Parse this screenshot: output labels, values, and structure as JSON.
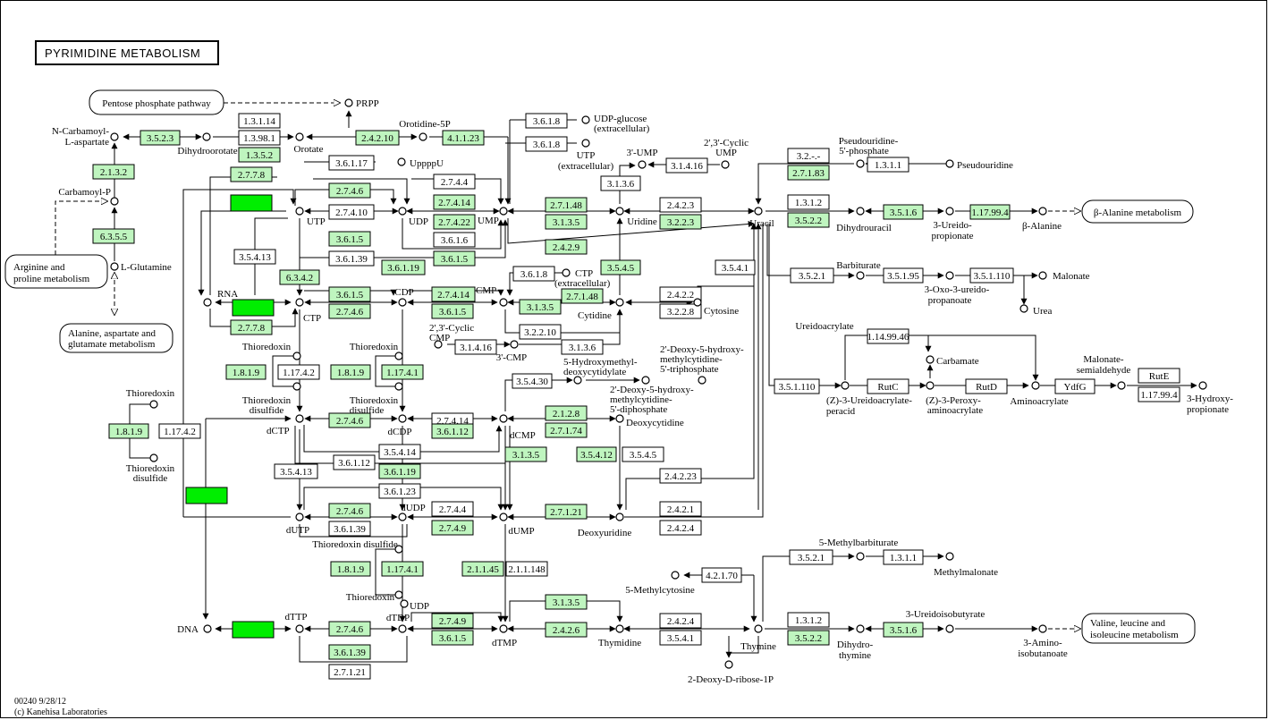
{
  "title": "PYRIMIDINE METABOLISM",
  "footer": {
    "code": "00240 9/28/12",
    "copyright": "(c) Kanehisa Laboratories"
  },
  "pathways": {
    "pentose": "Pentose phosphate pathway",
    "arginine": [
      "Arginine and",
      "proline metabolism"
    ],
    "alanine": [
      "Alanine, aspartate and",
      "glutamate metabolism"
    ],
    "balanine": "β-Alanine metabolism",
    "valine": [
      "Valine, leucine and",
      "isoleucine metabolism"
    ]
  },
  "compounds": {
    "prpp": "PRPP",
    "ncarb": [
      "N-Carbamoyl-",
      "L-aspartate"
    ],
    "dihydroorotate": "Dihydroorotate",
    "orotate": "Orotate",
    "orotidine": "Orotidine-5P",
    "carbamoylp": "Carbamoyl-P",
    "lglutamine": "L-Glutamine",
    "uppppu": "UppppU",
    "udpglucose": [
      "UDP-glucose",
      "(extracellular)"
    ],
    "utpext": [
      "UTP",
      "(extracellular)"
    ],
    "ump3": "3'-UMP",
    "cyclicump": [
      "2',3'-Cyclic",
      "UMP"
    ],
    "utp": "UTP",
    "udp": "UDP",
    "ump": "UMP",
    "uridine": "Uridine",
    "uracil": "Uracil",
    "rna": "RNA",
    "ctp": "CTP",
    "cdp": "CDP",
    "cmp": "CMP",
    "ctpext": [
      "CTP",
      "(extracellular)"
    ],
    "cytidine": "Cytidine",
    "cytosine": "Cytosine",
    "cyclicmp": [
      "2',3'-Cyclic",
      "CMP"
    ],
    "cmp3": "3'-CMP",
    "thioredoxin": "Thioredoxin",
    "thiodisulfide": [
      "Thioredoxin",
      "disulfide"
    ],
    "thiodisulfide1": "Thioredoxin disulfide",
    "dctp": "dCTP",
    "dcdp": "dCDP",
    "dcmp": "dCMP",
    "deoxycytidine": "Deoxycytidine",
    "hmdcmp": [
      "5-Hydroxymethyl-",
      "deoxycytidylate"
    ],
    "dhmctp": [
      "2'-Deoxy-5-hydroxy-",
      "methylcytidine-",
      "5'-triphosphate"
    ],
    "dhmcdp": [
      "2'-Deoxy-5-hydroxy-",
      "methylcytidine-",
      "5'-diphosphate"
    ],
    "dutp": "dUTP",
    "dudp": "dUDP",
    "dump": "dUMP",
    "deoxyuridine": "Deoxyuridine",
    "udp2": "UDP",
    "dna": "DNA",
    "dttp": "dTTP",
    "dtdp": "dTDP",
    "dtmp": "dTMP",
    "thymidine": "Thymidine",
    "thymine": "Thymine",
    "methylcytosine": "5-Methylcytosine",
    "deoxyribose": "2-Deoxy-D-ribose-1P",
    "pseudouridine5p": [
      "Pseudouridine-",
      "5'-phosphate"
    ],
    "pseudouridine": "Pseudouridine",
    "dihydrouracil": "Dihydrouracil",
    "ureidopropionate": [
      "3-Ureido-",
      "propionate"
    ],
    "balanine": "β-Alanine",
    "barbiturate": "Barbiturate",
    "oxoureido": [
      "3-Oxo-3-ureido-",
      "propanoate"
    ],
    "malonate": "Malonate",
    "urea": "Urea",
    "ureidoacrylate": "Ureidoacrylate",
    "carbamate": "Carbamate",
    "zureidoacrylate": [
      "(Z)-3-Ureidoacrylate-",
      "peracid"
    ],
    "zperoxy": [
      "(Z)-3-Peroxy-",
      "aminoacrylate"
    ],
    "aminoacrylate": "Aminoacrylate",
    "malonatesemi": [
      "Malonate-",
      "semialdehyde"
    ],
    "hydroxypropionate": [
      "3-Hydroxy-",
      "propionate"
    ],
    "methylbarbiturate": "5-Methylbarbiturate",
    "methylmalonate": "Methylmalonate",
    "dihydrothymine": [
      "Dihydro-",
      "thymine"
    ],
    "ureidoisobutyrate": "3-Ureidoisobutyrate",
    "aminoisobutanoate": [
      "3-Amino-",
      "isobutanoate"
    ]
  },
  "enzymes": {
    "e1": "3.5.2.3",
    "e2": "1.3.1.14",
    "e3": "1.3.98.1",
    "e4": "1.3.5.2",
    "e5": "2.4.2.10",
    "e6": "4.1.1.23",
    "e7": "2.1.3.2",
    "e8": "6.3.5.5",
    "e9": "2.7.7.8",
    "e10": "3.6.1.17",
    "e11": "2.7.4.6",
    "e12": "2.7.4.10",
    "e13": "2.7.4.4",
    "e14": "2.7.4.14",
    "e15": "2.7.4.22",
    "e16": "3.6.1.8",
    "e17": "3.6.1.8",
    "e18": "3.6.1.5",
    "e19": "3.6.1.39",
    "e20": "3.6.1.6",
    "e21": "3.6.1.19",
    "e22": "3.6.1.5",
    "e23": "3.1.3.6",
    "e24": "3.1.4.16",
    "e25": "2.7.1.48",
    "e26": "3.1.3.5",
    "e27": "2.4.2.3",
    "e28": "3.2.2.3",
    "e29": "2.4.2.9",
    "e30": "3.5.4.13",
    "e31": "6.3.4.2",
    "e32": "3.6.1.5",
    "e33": "2.7.4.6",
    "e34": "2.7.7.8",
    "e35": "2.7.4.14",
    "e36": "3.6.1.5",
    "e37": "3.6.1.8",
    "e38": "2.7.1.48",
    "e39": "3.1.3.5",
    "e40": "3.5.4.5",
    "e41": "2.4.2.2",
    "e42": "3.2.2.8",
    "e43": "3.2.2.10",
    "e44": "3.5.4.1",
    "e45": "3.1.4.16",
    "e46": "3.1.3.6",
    "e47": "1.8.1.9",
    "e48": "1.17.4.2",
    "e49": "1.8.1.9",
    "e50": "1.17.4.1",
    "e51": "1.8.1.9",
    "e52": "1.17.4.2",
    "e53": "2.7.4.6",
    "e54": "2.7.4.14",
    "e55": "3.6.1.12",
    "e56": "3.5.4.30",
    "e57": "2.1.2.8",
    "e58": "2.7.1.74",
    "e59": "3.1.3.5",
    "e60": "3.5.4.12",
    "e61": "3.5.4.5",
    "e62": "3.5.4.14",
    "e63": "3.5.4.13",
    "e64": "3.6.1.12",
    "e65": "3.6.1.19",
    "e66": "3.6.1.23",
    "e67": "2.4.2.23",
    "e68": "2.7.4.6",
    "e69": "3.6.1.39",
    "e70": "2.7.4.4",
    "e71": "2.7.4.9",
    "e72": "2.7.1.21",
    "e73": "2.4.2.1",
    "e74": "2.4.2.4",
    "e75": "1.8.1.9",
    "e76": "1.17.4.1",
    "e77": "2.1.1.45",
    "e78": "2.1.1.148",
    "e79": "3.1.3.5",
    "e80": "2.7.4.6",
    "e81": "2.7.4.9",
    "e82": "3.6.1.5",
    "e83": "3.6.1.39",
    "e84": "2.7.1.21",
    "e85": "2.4.2.6",
    "e86": "2.4.2.4",
    "e87": "3.5.4.1",
    "e88": "4.2.1.70",
    "e89": "3.2.-.-",
    "e90": "2.7.1.83",
    "e91": "1.3.1.1",
    "e92": "1.3.1.2",
    "e93": "3.5.2.2",
    "e94": "3.5.1.6",
    "e95": "1.17.99.4",
    "e96": "3.5.2.1",
    "e97": "3.5.1.95",
    "e98": "3.5.1.110",
    "e99": "1.14.99.46",
    "e100": "3.5.1.110",
    "e101": "RutC",
    "e102": "RutD",
    "e103": "YdfG",
    "e104": "RutE",
    "e105": "1.17.99.4",
    "e106": "3.5.2.1",
    "e107": "1.3.1.1",
    "e108": "1.3.1.2",
    "e109": "3.5.2.2",
    "e110": "3.5.1.6"
  }
}
